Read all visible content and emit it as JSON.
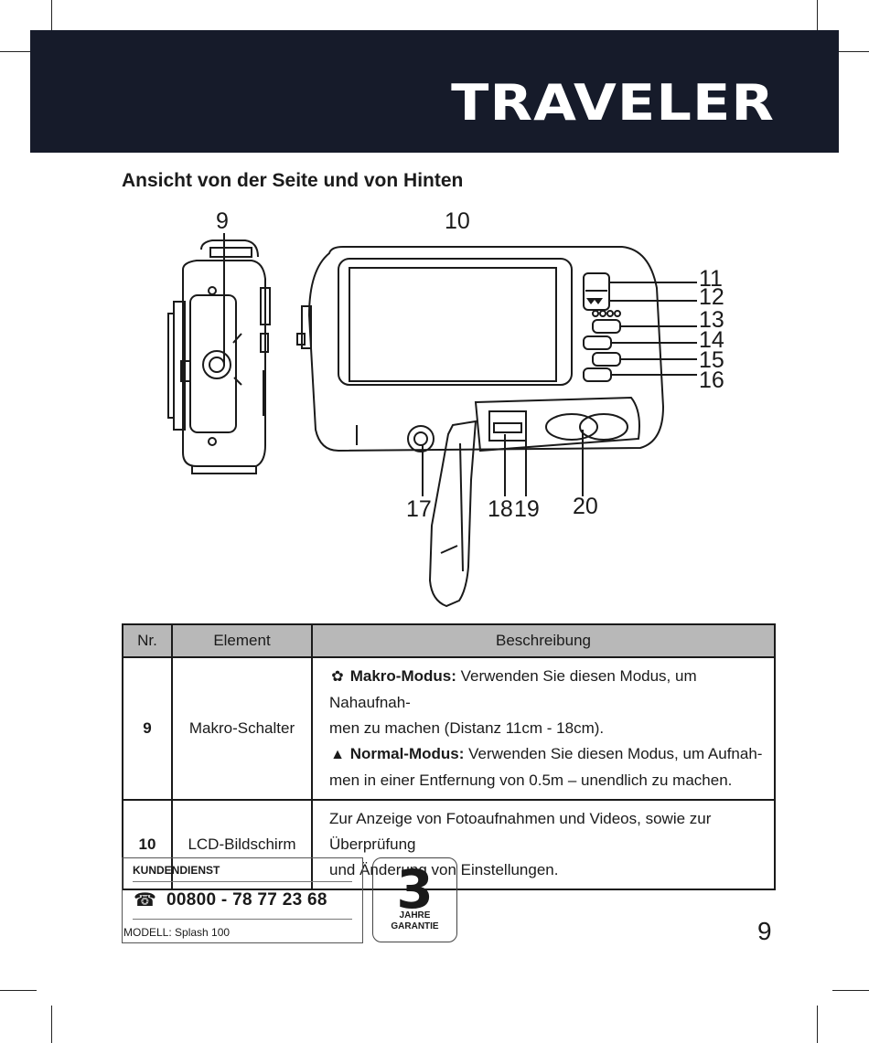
{
  "brand": "TRAVELER",
  "section_title": "Ansicht von der Seite und von Hinten",
  "callouts": [
    "9",
    "10",
    "11",
    "12",
    "13",
    "14",
    "15",
    "16",
    "17",
    "18",
    "19",
    "20"
  ],
  "table": {
    "headers": [
      "Nr.",
      "Element",
      "Beschreibung"
    ],
    "rows": [
      {
        "nr": "9",
        "element": "Makro-Schalter",
        "macro_icon": "tulip-icon",
        "macro_title": "Makro-Modus:",
        "macro_text_1": " Verwenden Sie diesen Modus, um Nahaufnah-",
        "macro_text_2": "men zu machen (Distanz 11cm - 18cm).",
        "normal_icon": "mountain-icon",
        "normal_title": "Normal-Modus:",
        "normal_text_1": " Verwenden Sie diesen Modus, um Aufnah-",
        "normal_text_2": "men in einer Entfernung von 0.5m – unendlich zu machen."
      },
      {
        "nr": "10",
        "element": "LCD-Bildschirm",
        "desc_1": "Zur Anzeige von Fotoaufnahmen und Videos, sowie zur Überprüfung",
        "desc_2": "und Änderung von Einstellungen."
      }
    ]
  },
  "service": {
    "label": "KUNDENDIENST",
    "phone_icon": "telephone-icon",
    "phone": "00800 - 78 77 23 68",
    "model": "MODELL: Splash 100"
  },
  "guarantee": {
    "number": "3",
    "line1": "JAHRE",
    "line2": "GARANTIE"
  },
  "page_number": "9"
}
